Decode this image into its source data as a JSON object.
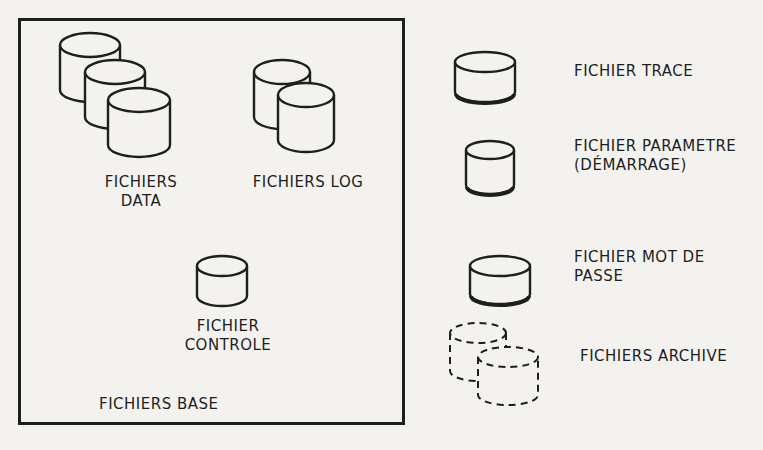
{
  "diagram": {
    "nodes": [
      {
        "text": [
          "FICHIERS BASE"
        ]
      },
      {
        "text": [
          "FICHIERS DATA"
        ],
        "in": 0
      },
      {
        "text": [
          "FICHIERS LOG"
        ],
        "in": 0
      },
      {
        "text": [
          "FICHIER CONTROLE"
        ],
        "in": 0
      },
      {
        "text": [
          "FICHIER TRACE"
        ]
      },
      {
        "text": [
          "FICHIER PARAMETRE (DÉMARRAGE)"
        ]
      },
      {
        "text": [
          "FICHIER MOT DE PASSE"
        ]
      },
      {
        "text": [
          "FICHIERS ARCHIVE"
        ]
      }
    ]
  }
}
